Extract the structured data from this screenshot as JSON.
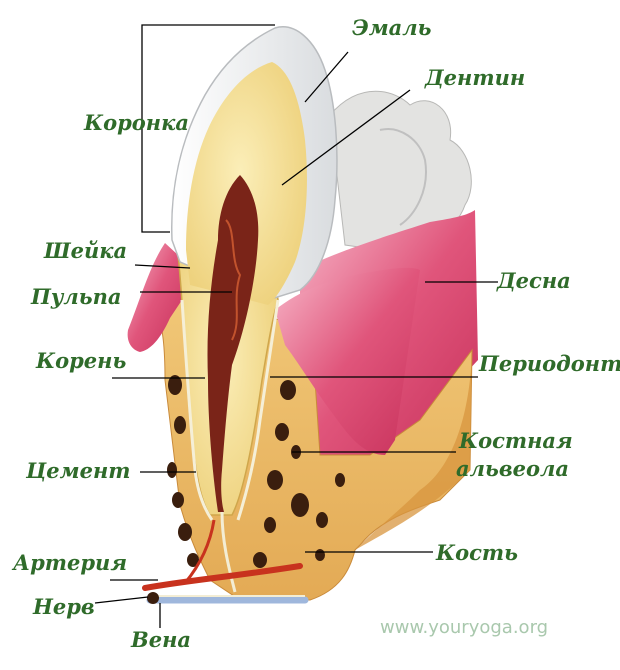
{
  "labels": {
    "enamel": "Эмаль",
    "dentin": "Дентин",
    "crown": "Коронка",
    "neck": "Шейка",
    "gum": "Десна",
    "pulp": "Пульпа",
    "root": "Корень",
    "periodontium": "Периодонт",
    "alveolus_line1": "Костная",
    "alveolus_line2": "альвеола",
    "cement": "Цемент",
    "bone": "Кость",
    "artery": "Артерия",
    "nerve": "Нерв",
    "vein": "Вена"
  },
  "watermark": "www.youryoga.org",
  "colors": {
    "label": "#2f6b2a",
    "enamel": "#f1f1ef",
    "dentin": "#f6e6a6",
    "pulp": "#7a2418",
    "gum": "#e0557b",
    "bone": "#e7b764",
    "bone_hole": "#3a1e0e",
    "artery": "#c8321e",
    "vein": "#9fb7dc",
    "nerve": "#f3edd4"
  }
}
